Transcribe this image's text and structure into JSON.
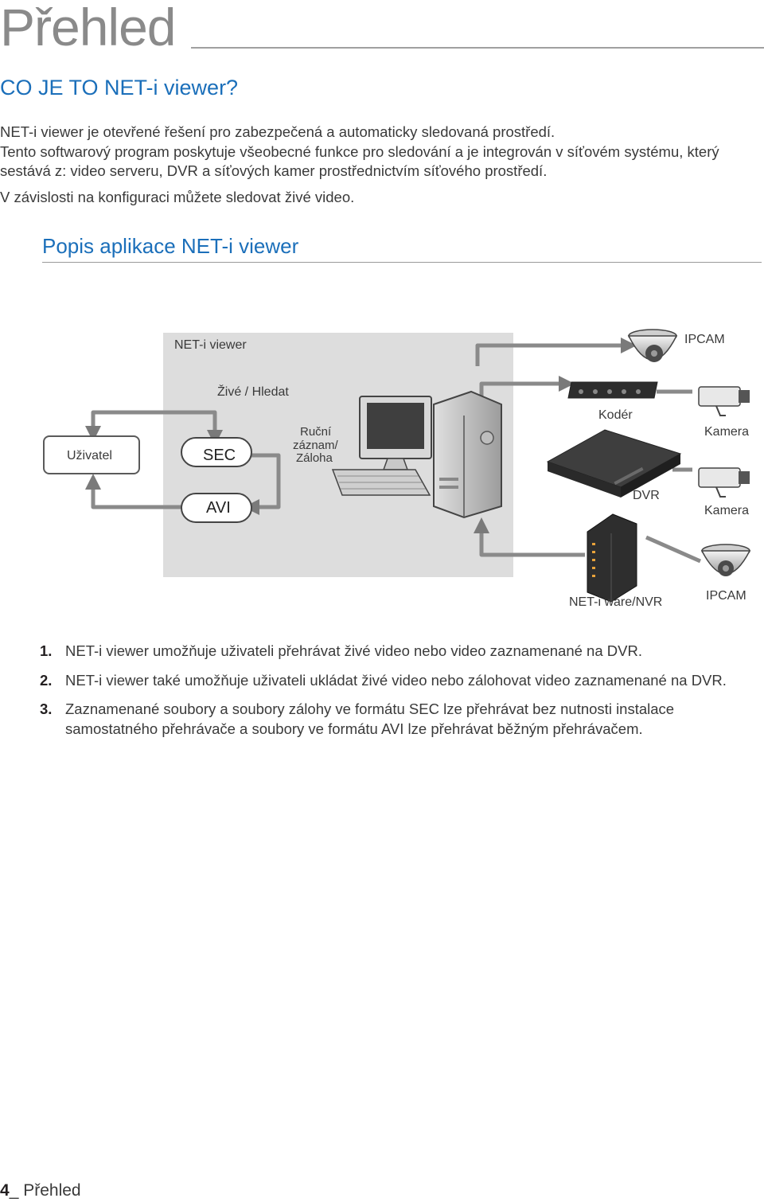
{
  "header": {
    "page_title": "Přehled"
  },
  "section": {
    "title": "CO JE TO NET-i viewer?"
  },
  "intro": {
    "lines": [
      "NET-i viewer je otevřené řešení pro zabezpečená a automaticky sledovaná prostředí.",
      "Tento softwarový program poskytuje všeobecné funkce pro sledování a je integrován v síťovém systému, který sestává z: video serveru, DVR a síťových kamer prostřednictvím síťového prostředí.",
      "V závislosti na konfiguraci můžete sledovat živé video."
    ]
  },
  "subsection": {
    "title": "Popis aplikace NET-i viewer"
  },
  "diagram": {
    "viewer_label": "NET-i viewer",
    "live_search": "Živé / Hledat",
    "user": "Uživatel",
    "sec": "SEC",
    "avi": "AVI",
    "manual_rec_1": "Ruční",
    "manual_rec_2": "záznam/",
    "manual_rec_3": "Záloha",
    "ipcam_top": "IPCAM",
    "encoder": "Kodér",
    "camera_1": "Kamera",
    "dvr": "DVR",
    "camera_2": "Kamera",
    "netiware": "NET-i ware/NVR",
    "ipcam_bottom": "IPCAM"
  },
  "steps": [
    {
      "num": "1.",
      "text": "NET-i viewer umožňuje uživateli přehrávat živé video nebo video zaznamenané na DVR."
    },
    {
      "num": "2.",
      "text": "NET-i viewer také umožňuje uživateli ukládat živé video nebo zálohovat video zaznamenané na DVR."
    },
    {
      "num": "3.",
      "text": "Zaznamenané soubory a soubory zálohy ve formátu SEC lze přehrávat bez nutnosti instalace samostatného přehrávače a soubory ve formátu AVI lze přehrávat běžným přehrávačem."
    }
  ],
  "footer": {
    "page_number": "4",
    "separator": "_",
    "label": " Přehled"
  }
}
